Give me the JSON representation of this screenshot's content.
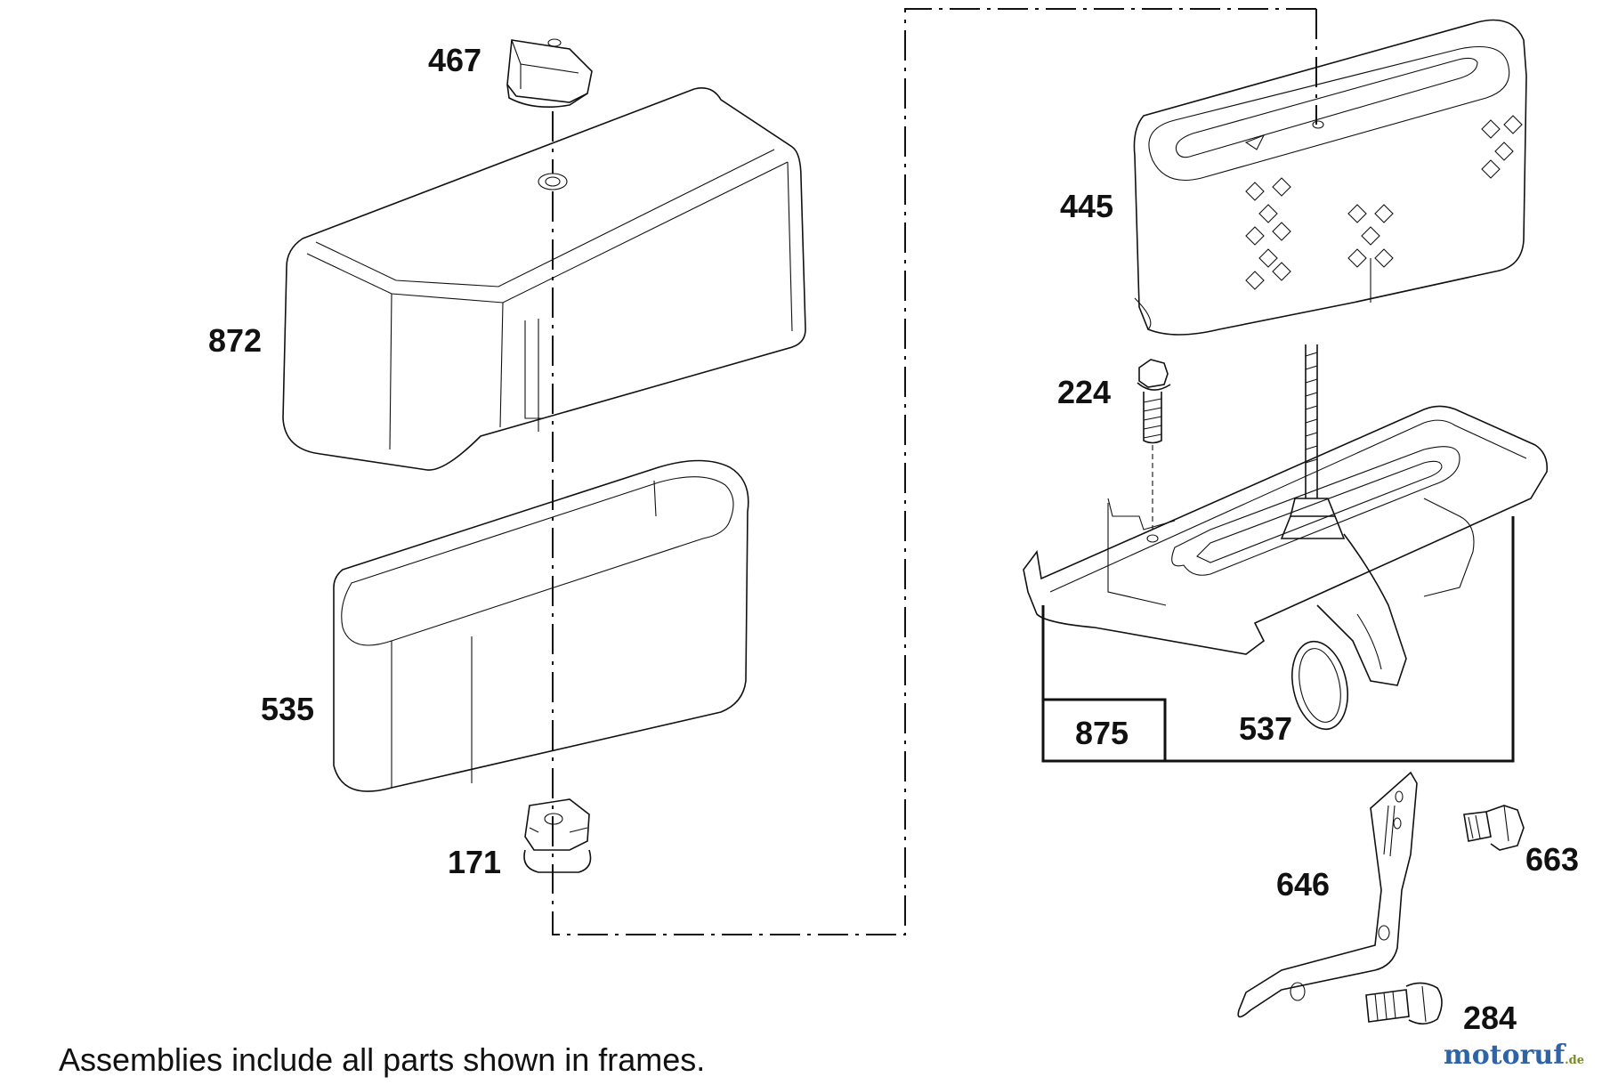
{
  "parts": {
    "p467": "467",
    "p872": "872",
    "p535": "535",
    "p171": "171",
    "p445": "445",
    "p224": "224",
    "p875": "875",
    "p537": "537",
    "p646": "646",
    "p663": "663",
    "p284": "284"
  },
  "footnote": "Assemblies include all parts shown in frames.",
  "watermark": {
    "main": "motoruf",
    "suffix": ".de"
  }
}
